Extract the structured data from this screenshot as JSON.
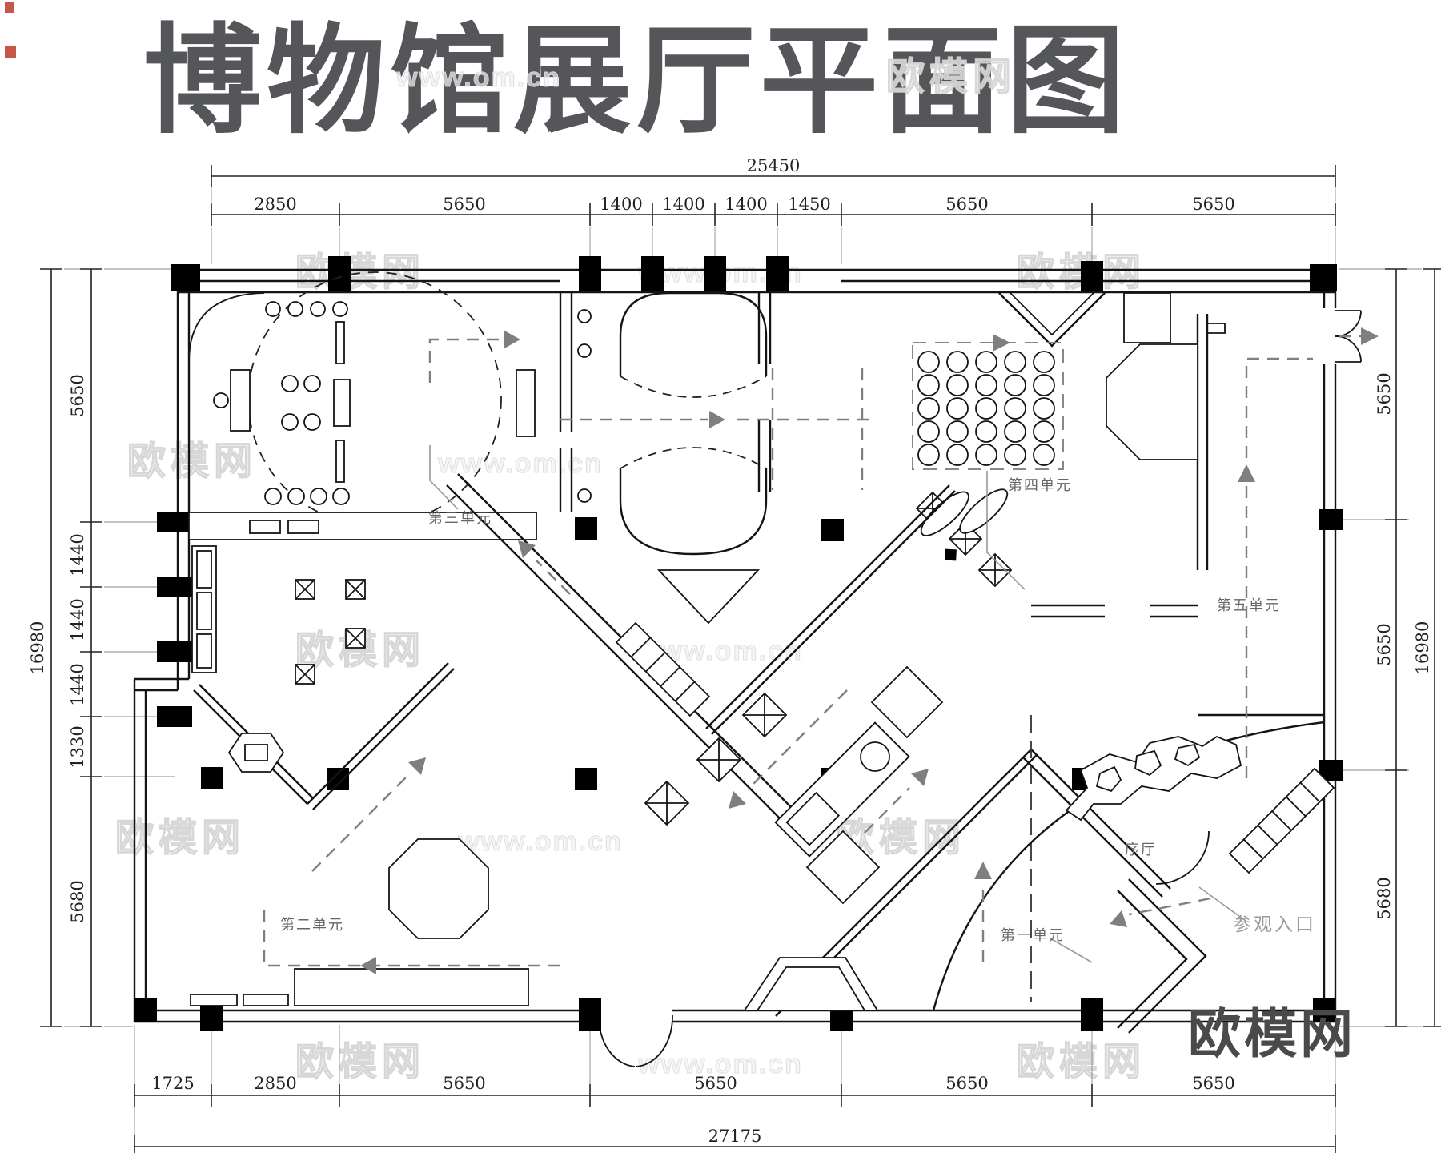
{
  "title": "博物馆展厅平面图",
  "logo": "欧模网",
  "watermarks": {
    "logo_text": "欧模网",
    "url_text": "www.om.cn"
  },
  "dimensions": {
    "top": {
      "overall": "25450",
      "segments": [
        "2850",
        "5650",
        "1400",
        "1400",
        "1400",
        "1450",
        "5650",
        "5650"
      ]
    },
    "bottom": {
      "overall": "27175",
      "segments": [
        "1725",
        "2850",
        "5650",
        "5650",
        "5650",
        "5650"
      ]
    },
    "left": {
      "overall": "16980",
      "segments": [
        "5650",
        "1440",
        "1440",
        "1440",
        "1330",
        "5680"
      ]
    },
    "right": {
      "overall": "16980",
      "segments": [
        "5650",
        "5650",
        "5680"
      ]
    }
  },
  "labels": {
    "unit1": "第一单元",
    "unit2": "第二单元",
    "unit3": "第三单元",
    "unit4": "第四单元",
    "unit5": "第五单元",
    "lobby": "序厅",
    "entrance": "参观入口"
  },
  "colors": {
    "wall": "#141414",
    "circulation": "#7f7f7f",
    "title": "#55565a",
    "dim": "#222222"
  }
}
